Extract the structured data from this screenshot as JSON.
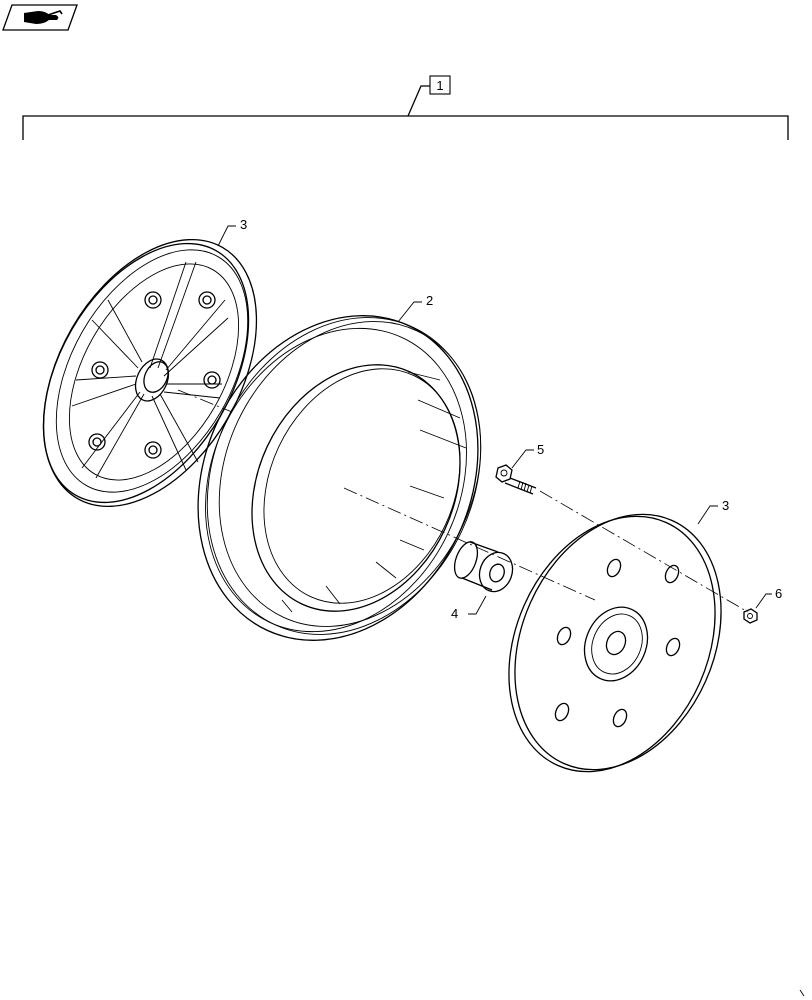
{
  "diagram": {
    "assembly_callout": "1",
    "callouts": {
      "disc_left": "3",
      "tire": "2",
      "bolt": "5",
      "disc_right": "3",
      "spacer": "4",
      "nut": "6"
    }
  },
  "icons": {
    "nav": "page-turn-hand-icon"
  }
}
